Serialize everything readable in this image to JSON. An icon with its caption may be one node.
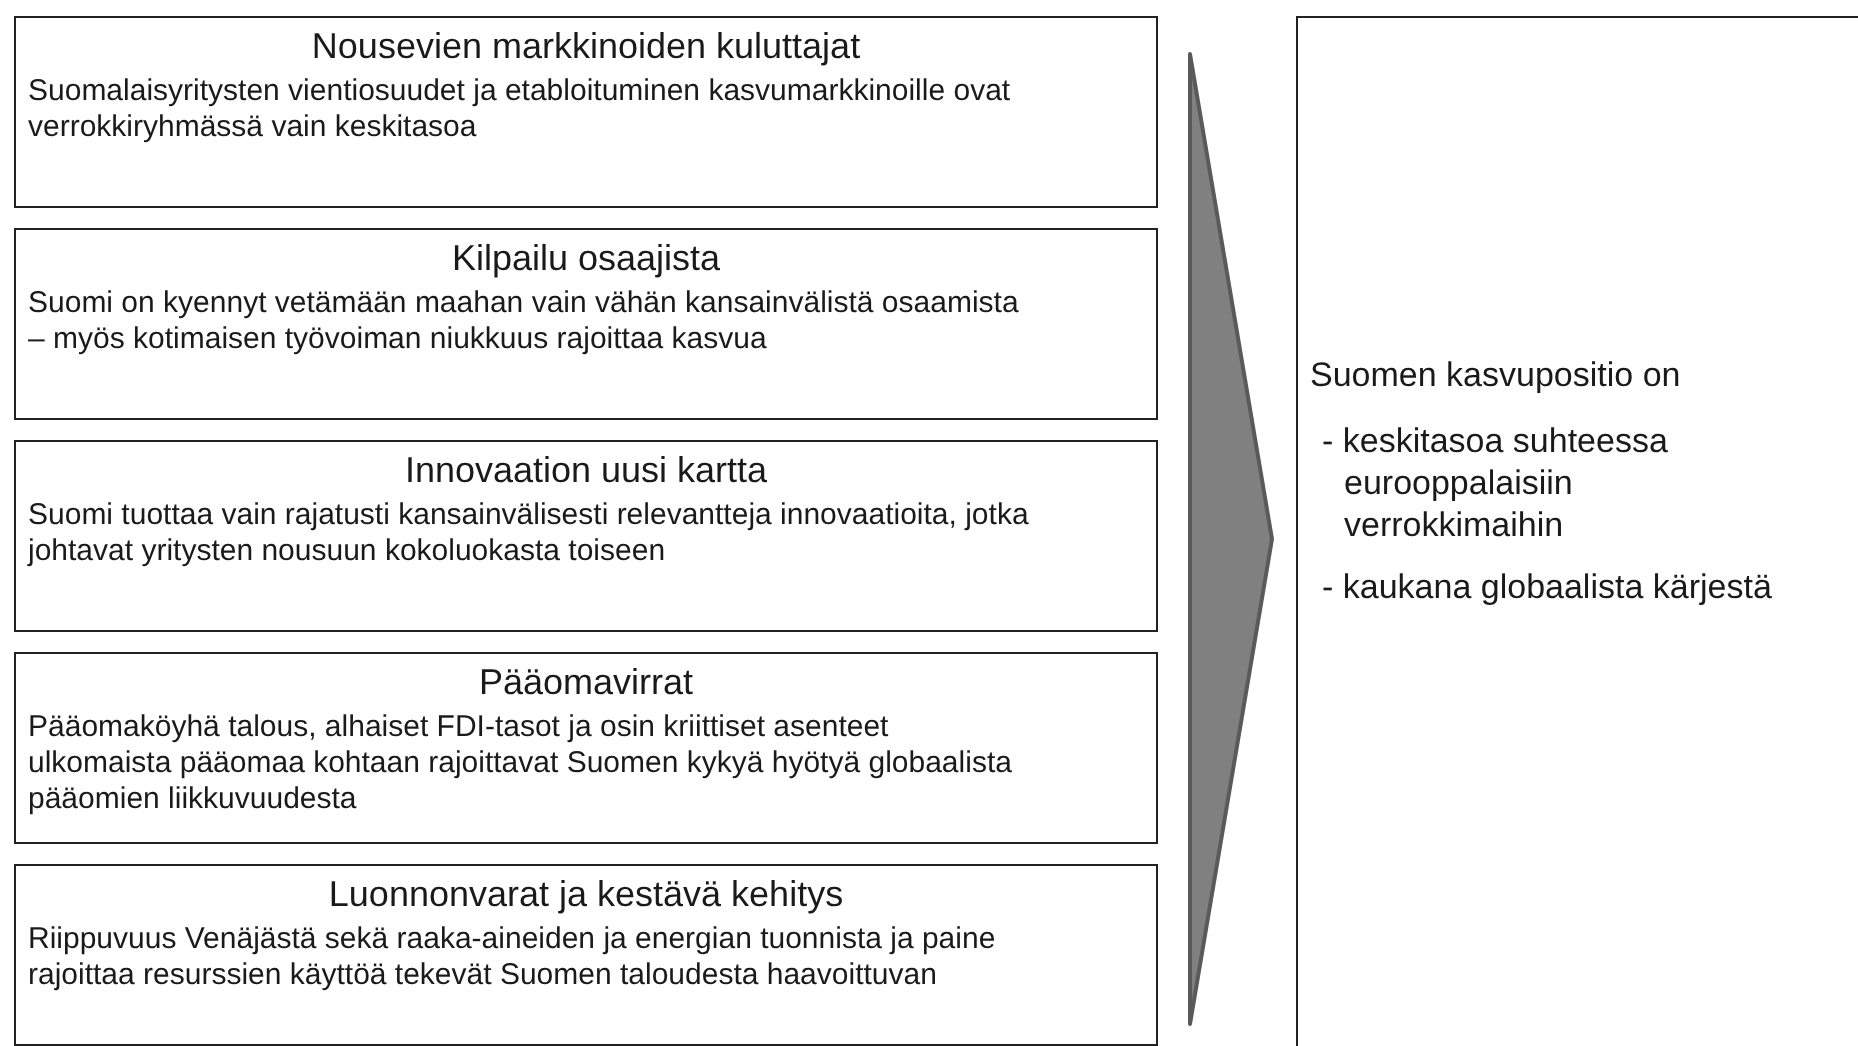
{
  "diagram": {
    "nodes": [
      {
        "text": [
          "Nousevien markkinoiden kuluttajat",
          "Suomalaisyritysten vientiosuudet ja etabloituminen kasvumarkkinoille ovat verrokkiryhmässä vain keskitasoa"
        ]
      },
      {
        "text": [
          "Kilpailu osaajista",
          "Suomi on kyennyt vetämään maahan vain vähän kansainvälistä osaamista – myös kotimaisen työvoiman niukkuus rajoittaa kasvua"
        ]
      },
      {
        "text": [
          "Innovaation uusi kartta",
          "Suomi tuottaa vain rajatusti kansainvälisesti relevantteja innovaatioita, jotka johtavat yritysten nousuun kokoluokasta toiseen"
        ]
      },
      {
        "text": [
          "Pääomavirrat",
          "Pääomaköyhä talous, alhaiset FDI-tasot ja osin kriittiset asenteet ulkomaista pääomaa kohtaan rajoittavat Suomen kykyä hyötyä globaalista pääomien liikkuvuudesta"
        ]
      },
      {
        "text": [
          "Luonnonvarat ja kestävä kehitys",
          "Riippuvuus Venäjästä sekä raaka-aineiden ja energian tuonnista ja paine rajoittaa resurssien käyttöä tekevät Suomen taloudesta haavoittuvan"
        ]
      },
      {
        "text": [
          "Suomen kasvupositio on",
          "- keskitasoa suhteessa eurooppalaisiin verrokkimaihin",
          "- kaukana globaalista kärjestä"
        ]
      }
    ],
    "edges": [
      {
        "from": null,
        "to": 5,
        "arrow": "to"
      }
    ]
  }
}
